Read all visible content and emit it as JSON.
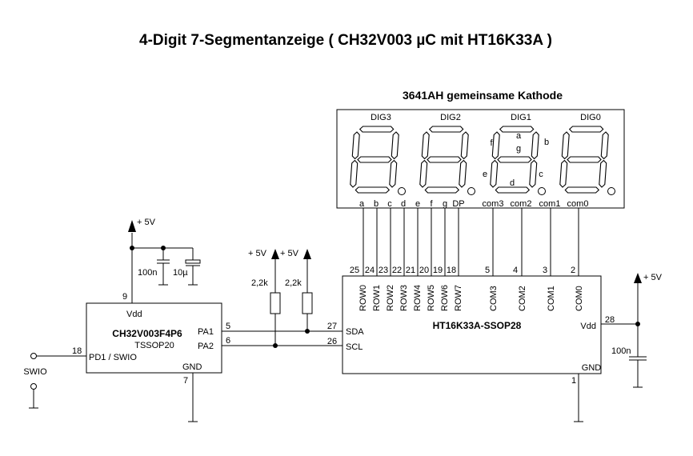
{
  "title": "4-Digit 7-Segmentanzeige ( CH32V003 µC mit HT16K33A  )",
  "display": {
    "title": "3641AH gemeinsame Kathode",
    "digits": [
      "DIG3",
      "DIG2",
      "DIG1",
      "DIG0"
    ],
    "segment_letters": [
      "a",
      "b",
      "c",
      "d",
      "e",
      "f",
      "g"
    ],
    "pins": [
      "a",
      "b",
      "c",
      "d",
      "e",
      "f",
      "g",
      "DP",
      "com3",
      "com2",
      "com1",
      "com0"
    ]
  },
  "mcu": {
    "name": "CH32V003F4P6",
    "package": "TSSOP20",
    "vdd": "Vdd",
    "gnd": "GND",
    "pa1": "PA1",
    "pa2": "PA2",
    "pd1": "PD1 / SWIO",
    "pin_vdd": "9",
    "pin_gnd": "7",
    "pin_pa1": "5",
    "pin_pa2": "6",
    "pin_pd1": "18"
  },
  "driver": {
    "name": "HT16K33A-SSOP28",
    "row_labels": [
      "ROW0",
      "ROW1",
      "ROW2",
      "ROW3",
      "ROW4",
      "ROW5",
      "ROW6",
      "ROW7"
    ],
    "row_pins": [
      "25",
      "24",
      "23",
      "22",
      "21",
      "20",
      "19",
      "18"
    ],
    "com_labels": [
      "COM3",
      "COM2",
      "COM1",
      "COM0"
    ],
    "com_pins": [
      "5",
      "4",
      "3",
      "2"
    ],
    "sda": "SDA",
    "scl": "SCL",
    "vdd": "Vdd",
    "gnd": "GND",
    "pin_sda": "27",
    "pin_scl": "26",
    "pin_vdd": "28",
    "pin_gnd": "1"
  },
  "passives": {
    "c_mcu_1": "100n",
    "c_mcu_2": "10µ",
    "r1": "2,2k",
    "r2": "2,2k",
    "c_drv": "100n"
  },
  "power": {
    "label": "+ 5V"
  },
  "swio_label": "SWIO"
}
